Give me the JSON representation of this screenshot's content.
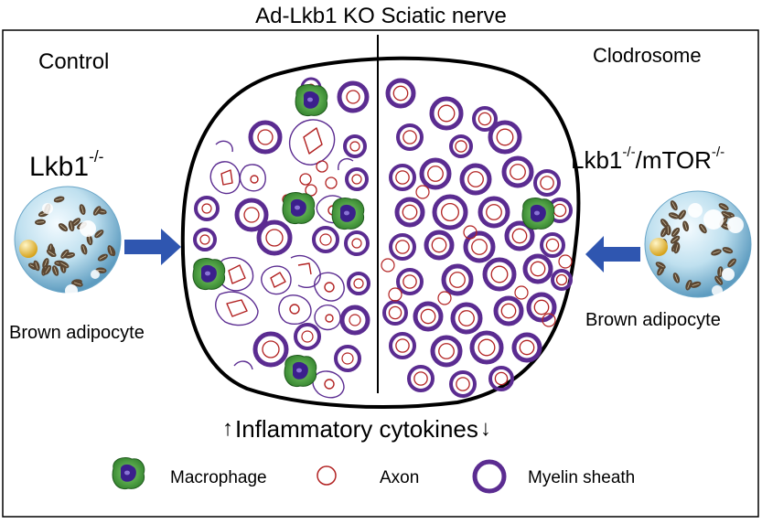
{
  "title": "Ad-Lkb1 KO Sciatic nerve",
  "left": {
    "section": "Control",
    "genotype_main": "Lkb1",
    "genotype_sup": "-/-",
    "cell_label": "Brown adipocyte"
  },
  "right": {
    "section": "Clodrosome",
    "genotype_main_a": "Lkb1",
    "genotype_sup_a": "-/-",
    "genotype_sep": "/mTOR",
    "genotype_sup_b": "-/-",
    "cell_label": "Brown adipocyte"
  },
  "cytokines": {
    "label": "Inflammatory cytokines",
    "left_arrow": "↑",
    "right_arrow": "↓"
  },
  "legend": {
    "macrophage": "Macrophage",
    "axon": "Axon",
    "myelin": "Myelin sheath"
  },
  "colors": {
    "myelin": "#5b2c91",
    "axon": "#b22222",
    "macrophage_outer": "#3f9b3a",
    "macrophage_nucleus": "#3b1f8c",
    "arrow": "#2f56b0",
    "adipocyte": "#bfe0ef"
  }
}
